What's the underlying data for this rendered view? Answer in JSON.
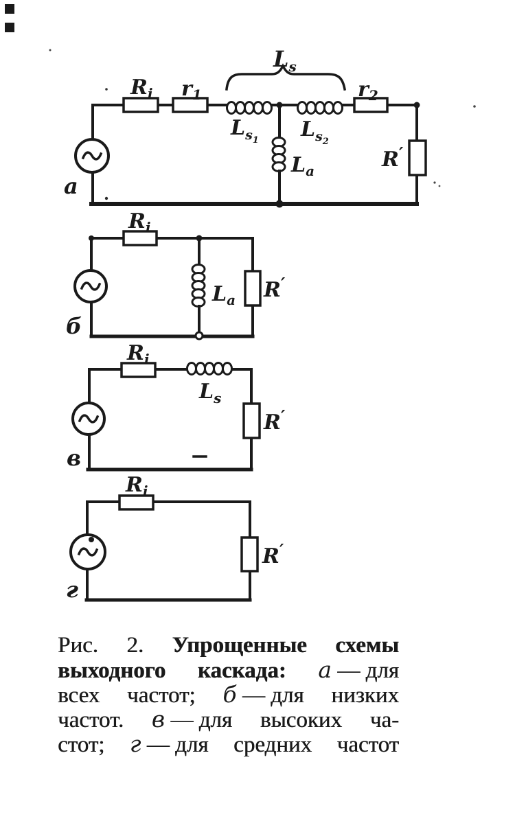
{
  "page": {
    "background": "#ffffff",
    "ink": "#1a1a1a"
  },
  "circuit_labels": {
    "Ri": {
      "base": "R",
      "sub": "i"
    },
    "r1": {
      "base": "r",
      "sub": "1"
    },
    "r2": {
      "base": "r",
      "sub": "2"
    },
    "Ls": {
      "base": "L",
      "sub": "s"
    },
    "Ls1": {
      "base": "L",
      "sub": "s",
      "subsub": "1"
    },
    "Ls2": {
      "base": "L",
      "sub": "s",
      "subsub": "2"
    },
    "La": {
      "base": "L",
      "sub": "a"
    },
    "Rprime": {
      "base": "R",
      "prime": "′"
    }
  },
  "circuit_letters": {
    "a": "а",
    "b": "б",
    "v": "в",
    "g": "г"
  },
  "caption": {
    "lines": [
      {
        "groups": [
          {
            "text": "Рис."
          },
          {
            "text": "2."
          },
          {
            "text": "Упрощенные",
            "style": "bold"
          },
          {
            "text": "схемы",
            "style": "bold"
          }
        ]
      },
      {
        "groups": [
          {
            "text": "выходного",
            "style": "bold"
          },
          {
            "text": "каскада:",
            "style": "bold"
          },
          {
            "letter": "а",
            "rest": " — для"
          }
        ]
      },
      {
        "groups": [
          {
            "text": "всех"
          },
          {
            "text": "частот;"
          },
          {
            "letter": "б",
            "rest": " — для"
          },
          {
            "text": "низких"
          }
        ]
      },
      {
        "groups": [
          {
            "text": "частот."
          },
          {
            "letter": "в",
            "rest": " — для"
          },
          {
            "text": "высоких"
          },
          {
            "text": "ча-"
          }
        ]
      },
      {
        "groups": [
          {
            "text": "стот;"
          },
          {
            "letter": "г",
            "rest": " — для"
          },
          {
            "text": "средних"
          },
          {
            "text": "частот"
          }
        ]
      }
    ]
  }
}
